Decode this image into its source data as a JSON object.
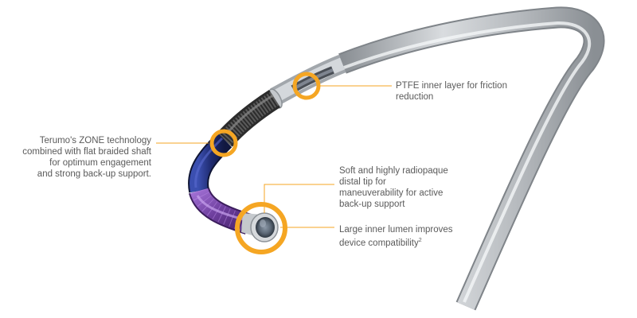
{
  "colors": {
    "accent_orange": "#f5a623",
    "label_text": "#5a5a5a",
    "shaft_silver": "#b9bdc2",
    "coil_dark": "#3a3a3a",
    "braid_navy": "#1e2a6e",
    "tip_purple": "#7a4aa8"
  },
  "callouts": {
    "ptfe": {
      "lines": [
        "PTFE inner layer for friction",
        "reduction"
      ]
    },
    "zone": {
      "lines": [
        "Terumo's ZONE technology",
        "combined with flat braided shaft",
        "for optimum engagement",
        "and strong back-up support."
      ]
    },
    "tip": {
      "lines": [
        "Soft and highly radiopaque",
        "distal tip for",
        "maneuverability for active",
        "back-up support"
      ]
    },
    "lumen": {
      "lines": [
        "Large inner lumen improves",
        "device compatibility"
      ],
      "footnote": "2"
    }
  },
  "icons": [
    "catheter-illustration",
    "highlight-ring"
  ]
}
